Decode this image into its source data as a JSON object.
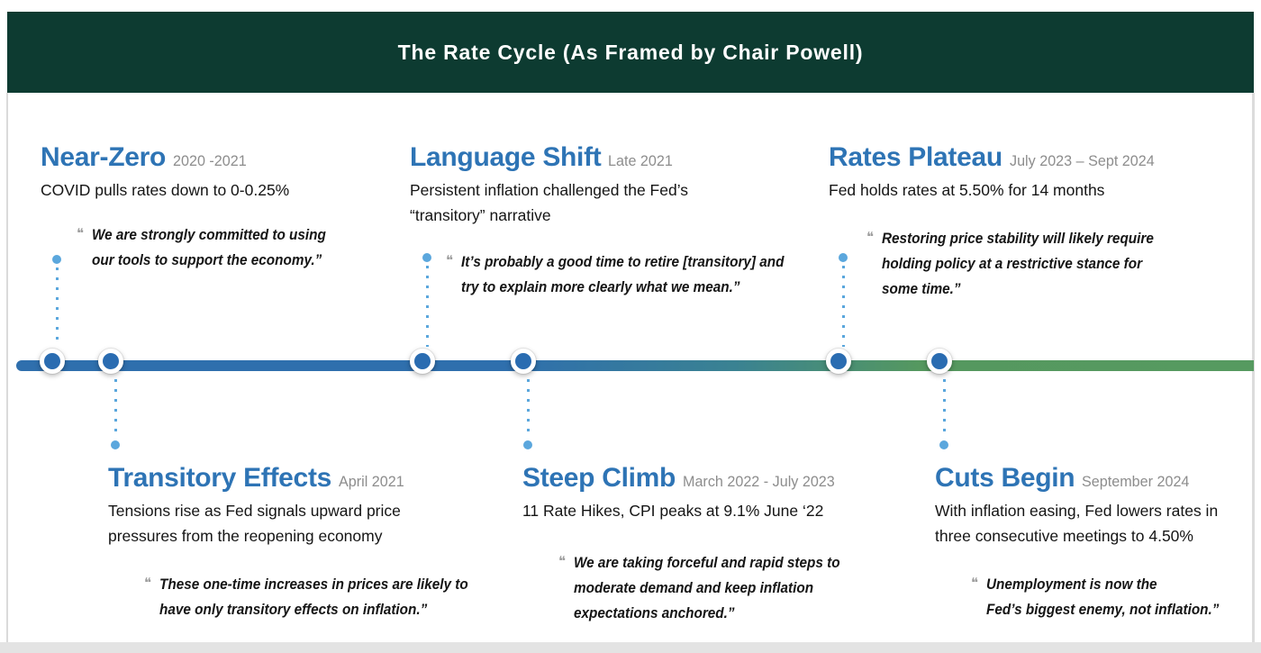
{
  "header": {
    "title": "The Rate Cycle (As Framed by Chair Powell)"
  },
  "icons": {
    "quote_mark": "❝"
  },
  "colors": {
    "header_green": "#0d3b31",
    "title_blue": "#2e74b5",
    "node_blue": "#2a6cb1",
    "line_blue": "#2f6fad",
    "line_green": "#569a60",
    "dot_light_blue": "#5ba7dd",
    "date_gray": "#8d8d8d",
    "quote_mark_gray": "#9e9e9e",
    "body_text": "#151515"
  },
  "events": [
    {
      "title": "Near-Zero",
      "date": "2020 -2021",
      "description": "COVID pulls rates down to 0-0.25%",
      "quote_lines": [
        "We are strongly committed to using",
        "our tools to support the economy.”"
      ]
    },
    {
      "title": "Transitory Effects",
      "date": "April 2021",
      "description": "Tensions rise as Fed signals upward price pressures from the reopening economy",
      "quote_lines": [
        "These one-time increases in prices are likely to",
        "have only transitory effects on inflation.”"
      ]
    },
    {
      "title": "Language Shift",
      "date": "Late 2021",
      "description": "Persistent inflation challenged the Fed’s “transitory” narrative",
      "quote_lines": [
        "It’s probably a good time to retire [transitory] and",
        "try to explain more clearly what we mean.”"
      ]
    },
    {
      "title": "Steep Climb",
      "date": "March 2022 - July 2023",
      "description": "11 Rate Hikes, CPI peaks at 9.1% June ‘22",
      "quote_lines": [
        "We are taking forceful and rapid steps to",
        "moderate demand and keep inflation",
        "expectations anchored.”"
      ]
    },
    {
      "title": "Rates Plateau",
      "date": "July 2023 – Sept 2024",
      "description": "Fed holds rates at 5.50% for 14 months",
      "quote_lines": [
        "Restoring price stability will likely require",
        "holding policy at a restrictive stance for",
        "some time.”"
      ]
    },
    {
      "title": "Cuts Begin",
      "date": "September 2024",
      "description": "With inflation easing, Fed lowers rates in three consecutive meetings to 4.50%",
      "quote_lines": [
        "Unemployment is now the",
        "Fed’s biggest enemy, not inflation.”"
      ]
    }
  ]
}
